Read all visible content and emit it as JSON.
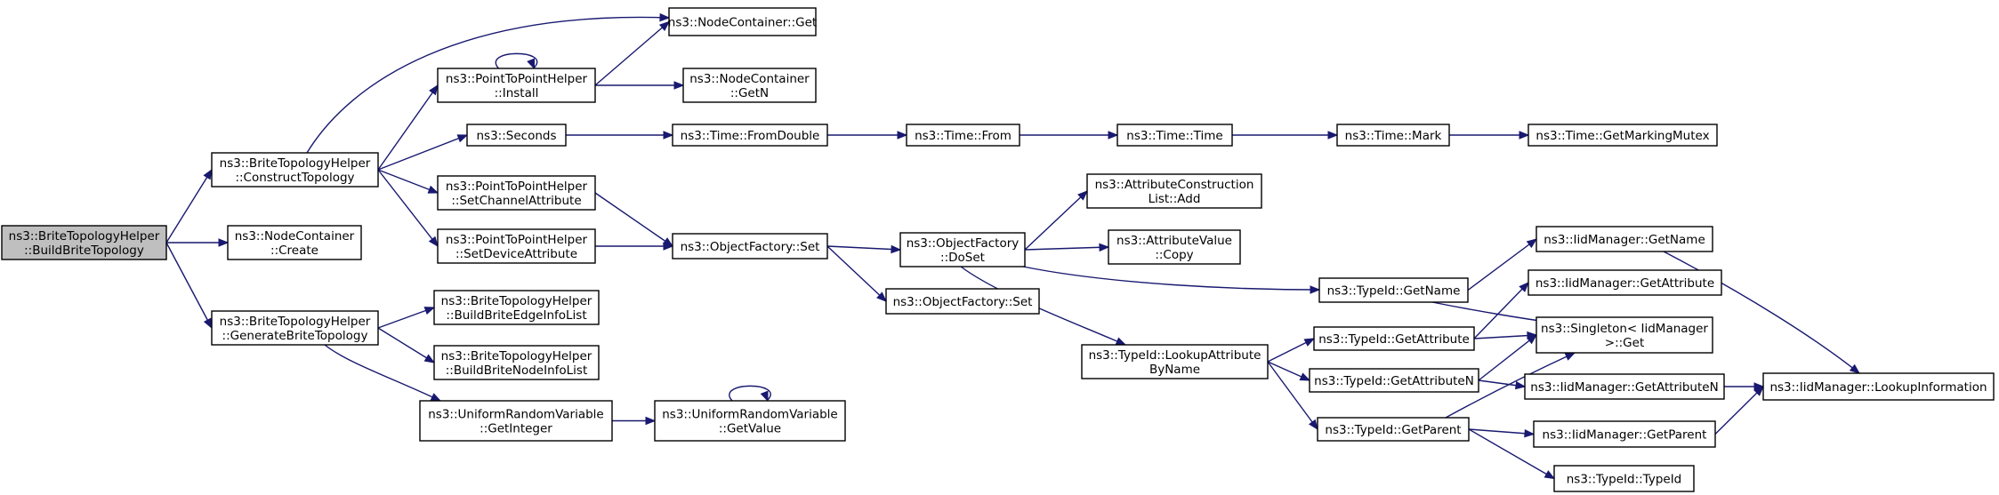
{
  "nodes": [
    {
      "id": "build",
      "lines": [
        "ns3::BriteTopologyHelper",
        "::BuildBriteTopology"
      ],
      "root": true
    },
    {
      "id": "construct",
      "lines": [
        "ns3::BriteTopologyHelper",
        "::ConstructTopology"
      ]
    },
    {
      "id": "nc_create",
      "lines": [
        "ns3::NodeContainer",
        "::Create"
      ]
    },
    {
      "id": "generate",
      "lines": [
        "ns3::BriteTopologyHelper",
        "::GenerateBriteTopology"
      ]
    },
    {
      "id": "nc_get",
      "lines": [
        "ns3::NodeContainer::Get"
      ]
    },
    {
      "id": "p2p_install",
      "lines": [
        "ns3::PointToPointHelper",
        "::Install"
      ]
    },
    {
      "id": "seconds",
      "lines": [
        "ns3::Seconds"
      ]
    },
    {
      "id": "p2p_chan",
      "lines": [
        "ns3::PointToPointHelper",
        "::SetChannelAttribute"
      ]
    },
    {
      "id": "p2p_dev",
      "lines": [
        "ns3::PointToPointHelper",
        "::SetDeviceAttribute"
      ]
    },
    {
      "id": "edge_info",
      "lines": [
        "ns3::BriteTopologyHelper",
        "::BuildBriteEdgeInfoList"
      ]
    },
    {
      "id": "node_info",
      "lines": [
        "ns3::BriteTopologyHelper",
        "::BuildBriteNodeInfoList"
      ]
    },
    {
      "id": "urv_int",
      "lines": [
        "ns3::UniformRandomVariable",
        "::GetInteger"
      ]
    },
    {
      "id": "nc_getn",
      "lines": [
        "ns3::NodeContainer",
        "::GetN"
      ]
    },
    {
      "id": "time_fromdouble",
      "lines": [
        "ns3::Time::FromDouble"
      ]
    },
    {
      "id": "of_set",
      "lines": [
        "ns3::ObjectFactory::Set"
      ]
    },
    {
      "id": "urv_val",
      "lines": [
        "ns3::UniformRandomVariable",
        "::GetValue"
      ]
    },
    {
      "id": "time_from",
      "lines": [
        "ns3::Time::From"
      ]
    },
    {
      "id": "of_doset",
      "lines": [
        "ns3::ObjectFactory",
        "::DoSet"
      ]
    },
    {
      "id": "of_set2",
      "lines": [
        "ns3::ObjectFactory::Set"
      ]
    },
    {
      "id": "tid_lookup",
      "lines": [
        "ns3::TypeId::LookupAttribute",
        "ByName"
      ]
    },
    {
      "id": "time_time",
      "lines": [
        "ns3::Time::Time"
      ]
    },
    {
      "id": "acl_add",
      "lines": [
        "ns3::AttributeConstruction",
        "List::Add"
      ]
    },
    {
      "id": "av_copy",
      "lines": [
        "ns3::AttributeValue",
        "::Copy"
      ]
    },
    {
      "id": "time_mark",
      "lines": [
        "ns3::Time::Mark"
      ]
    },
    {
      "id": "tid_getname",
      "lines": [
        "ns3::TypeId::GetName"
      ]
    },
    {
      "id": "tid_getattr",
      "lines": [
        "ns3::TypeId::GetAttribute"
      ]
    },
    {
      "id": "tid_getattrn",
      "lines": [
        "ns3::TypeId::GetAttributeN"
      ]
    },
    {
      "id": "tid_getparent",
      "lines": [
        "ns3::TypeId::GetParent"
      ]
    },
    {
      "id": "time_mutex",
      "lines": [
        "ns3::Time::GetMarkingMutex"
      ]
    },
    {
      "id": "iid_getname",
      "lines": [
        "ns3::IidManager::GetName"
      ]
    },
    {
      "id": "iid_getattr",
      "lines": [
        "ns3::IidManager::GetAttribute"
      ]
    },
    {
      "id": "singleton_get",
      "lines": [
        "ns3::Singleton< IidManager",
        " >::Get"
      ]
    },
    {
      "id": "iid_getattrn",
      "lines": [
        "ns3::IidManager::GetAttributeN"
      ]
    },
    {
      "id": "iid_getparent",
      "lines": [
        "ns3::IidManager::GetParent"
      ]
    },
    {
      "id": "tid_typeid",
      "lines": [
        "ns3::TypeId::TypeId"
      ]
    },
    {
      "id": "iid_lookup",
      "lines": [
        "ns3::IidManager::LookupInformation"
      ]
    }
  ],
  "edges": [
    [
      "build",
      "construct"
    ],
    [
      "build",
      "nc_create"
    ],
    [
      "build",
      "generate"
    ],
    [
      "construct",
      "nc_get"
    ],
    [
      "construct",
      "p2p_install"
    ],
    [
      "construct",
      "seconds"
    ],
    [
      "construct",
      "p2p_chan"
    ],
    [
      "construct",
      "p2p_dev"
    ],
    [
      "generate",
      "edge_info"
    ],
    [
      "generate",
      "node_info"
    ],
    [
      "generate",
      "urv_int"
    ],
    [
      "p2p_install",
      "nc_get"
    ],
    [
      "p2p_install",
      "p2p_install"
    ],
    [
      "p2p_install",
      "nc_getn"
    ],
    [
      "seconds",
      "time_fromdouble"
    ],
    [
      "p2p_chan",
      "of_set"
    ],
    [
      "p2p_dev",
      "of_set"
    ],
    [
      "urv_int",
      "urv_val"
    ],
    [
      "urv_val",
      "urv_val"
    ],
    [
      "time_fromdouble",
      "time_from"
    ],
    [
      "time_from",
      "time_time"
    ],
    [
      "time_time",
      "time_mark"
    ],
    [
      "time_mark",
      "time_mutex"
    ],
    [
      "of_set",
      "of_doset"
    ],
    [
      "of_set",
      "of_set2"
    ],
    [
      "of_doset",
      "acl_add"
    ],
    [
      "of_doset",
      "av_copy"
    ],
    [
      "of_doset",
      "tid_getname"
    ],
    [
      "of_doset",
      "tid_lookup"
    ],
    [
      "tid_lookup",
      "tid_getattr"
    ],
    [
      "tid_lookup",
      "tid_getattrn"
    ],
    [
      "tid_lookup",
      "tid_getparent"
    ],
    [
      "tid_getname",
      "iid_getname"
    ],
    [
      "tid_getname",
      "singleton_get"
    ],
    [
      "tid_getattr",
      "iid_getattr"
    ],
    [
      "tid_getattr",
      "singleton_get"
    ],
    [
      "tid_getattrn",
      "singleton_get"
    ],
    [
      "tid_getattrn",
      "iid_getattrn"
    ],
    [
      "tid_getparent",
      "singleton_get"
    ],
    [
      "tid_getparent",
      "iid_getparent"
    ],
    [
      "tid_getparent",
      "tid_typeid"
    ],
    [
      "iid_getname",
      "iid_lookup"
    ],
    [
      "iid_getattrn",
      "iid_lookup"
    ],
    [
      "iid_getparent",
      "iid_lookup"
    ]
  ]
}
